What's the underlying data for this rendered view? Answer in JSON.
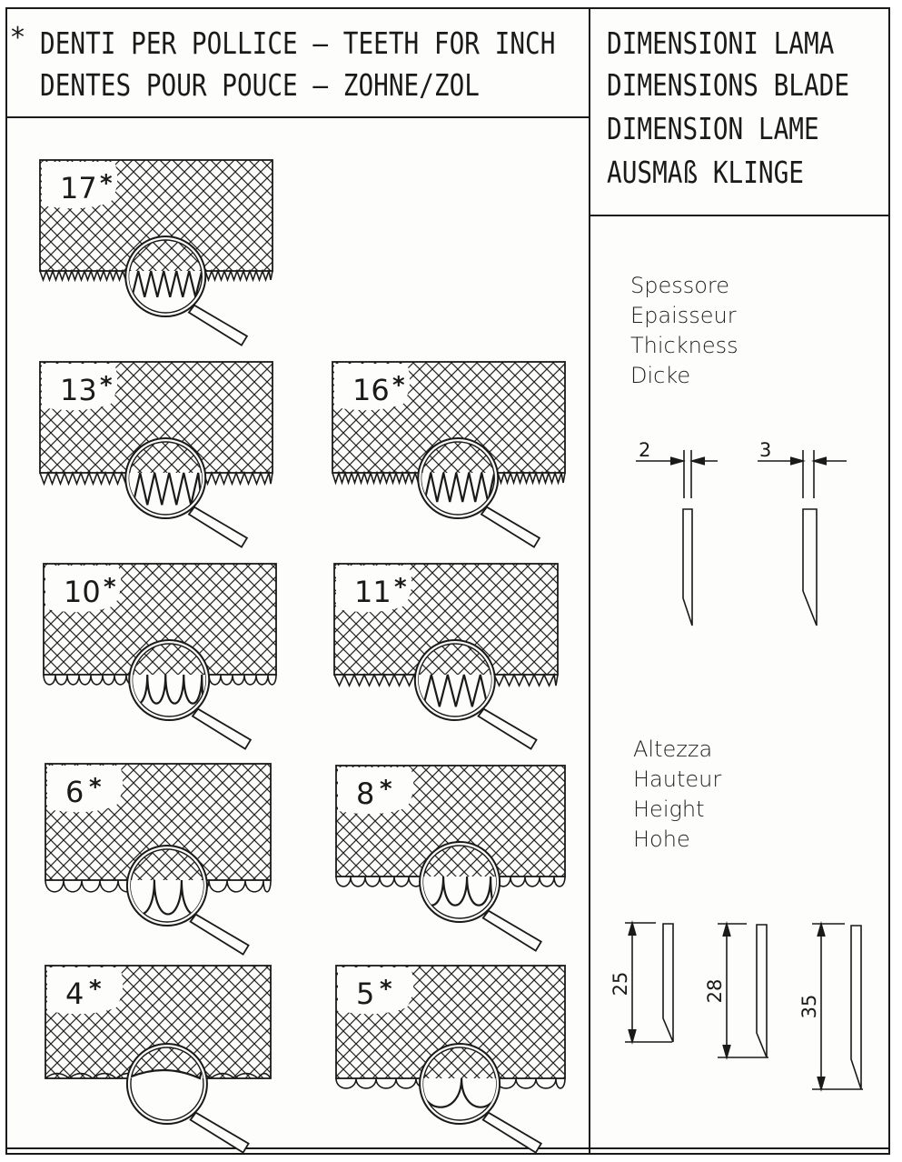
{
  "header_left": {
    "star": "*",
    "line1": "DENTI PER POLLICE – TEETH FOR INCH",
    "line2": "DENTES POUR POUCE – ZOHNE/ZOL"
  },
  "header_right": {
    "lines": [
      "DIMENSIONI LAMA",
      "DIMENSIONS BLADE",
      "DIMENSION LAME",
      "AUSMAß KLINGE"
    ]
  },
  "teeth_samples": [
    {
      "label": "17",
      "star": "*"
    },
    {
      "label": "13",
      "star": "*"
    },
    {
      "label": "16",
      "star": "*"
    },
    {
      "label": "10",
      "star": "*"
    },
    {
      "label": "11",
      "star": "*"
    },
    {
      "label": "6",
      "star": "*"
    },
    {
      "label": "8",
      "star": "*"
    },
    {
      "label": "4",
      "star": "*"
    },
    {
      "label": "5",
      "star": "*"
    }
  ],
  "thickness": {
    "labels": [
      "Spessore",
      "Epaisseur",
      "Thickness",
      "Dicke"
    ],
    "values": [
      "2",
      "3"
    ]
  },
  "height": {
    "labels": [
      "Altezza",
      "Hauteur",
      "Height",
      "Hohe"
    ],
    "values": [
      "25",
      "28",
      "35"
    ]
  }
}
